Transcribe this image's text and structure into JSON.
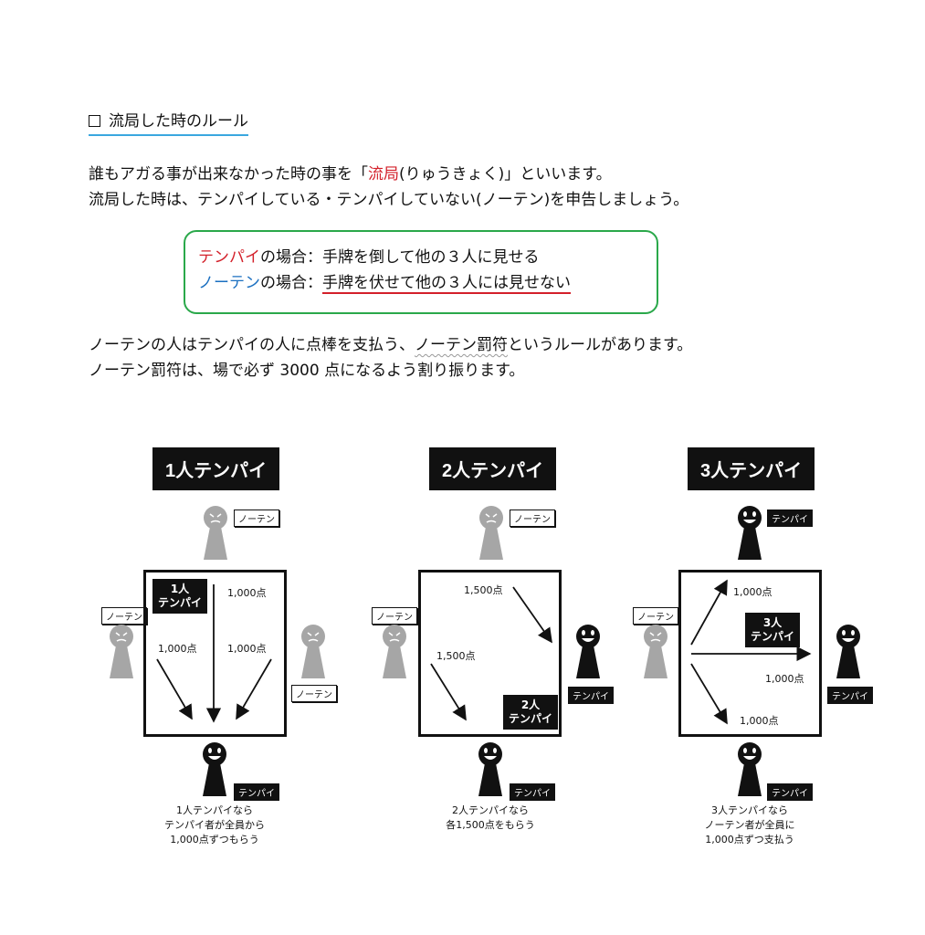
{
  "heading": "流局した時のルール",
  "intro": {
    "line1_a": "誰もアガる事が出来なかった時の事を「",
    "line1_highlight": "流局",
    "line1_b": "(りゅうきょく)」といいます。",
    "line2": "流局した時は、テンパイしている・テンパイしていない(ノーテン)を申告しましょう。"
  },
  "callout": {
    "tenpai_word": "テンパイ",
    "tenpai_rest": "の場合：手牌を倒して他の３人に見せる",
    "noten_word": "ノーテン",
    "noten_mid": "の場合：",
    "noten_underlined": "手牌を伏せて他の３人には見せない"
  },
  "penalty": {
    "line1_a": "ノーテンの人はテンパイの人に点棒を支払う、",
    "line1_term": "ノーテン罰符",
    "line1_b": "というルールがあります。",
    "line2": "ノーテン罰符は、場で必ず 3000 点になるよう割り振ります。"
  },
  "labels": {
    "noten": "ノーテン",
    "tenpai": "テンパイ"
  },
  "diagrams": [
    {
      "title": "1人テンパイ",
      "box_label": "1人\nテンパイ",
      "amounts": [
        "1,000点",
        "1,000点",
        "1,000点"
      ],
      "caption": "1人テンパイなら\nテンパイ者が全員から\n1,000点ずつもらう"
    },
    {
      "title": "2人テンパイ",
      "box_label": "2人\nテンパイ",
      "amounts": [
        "1,500点",
        "1,500点"
      ],
      "caption": "2人テンパイなら\n各1,500点をもらう"
    },
    {
      "title": "3人テンパイ",
      "box_label": "3人\nテンパイ",
      "amounts": [
        "1,000点",
        "1,000点",
        "1,000点"
      ],
      "caption": "3人テンパイなら\nノーテン者が全員に\n1,000点ずつ支払う"
    }
  ],
  "colors": {
    "accent_red": "#d3202a",
    "accent_blue": "#1a6fc0",
    "callout_border": "#2aa84a",
    "heading_underline": "#3aa7df",
    "noten_figure": "#a6a6a6",
    "tenpai_figure": "#111111"
  }
}
